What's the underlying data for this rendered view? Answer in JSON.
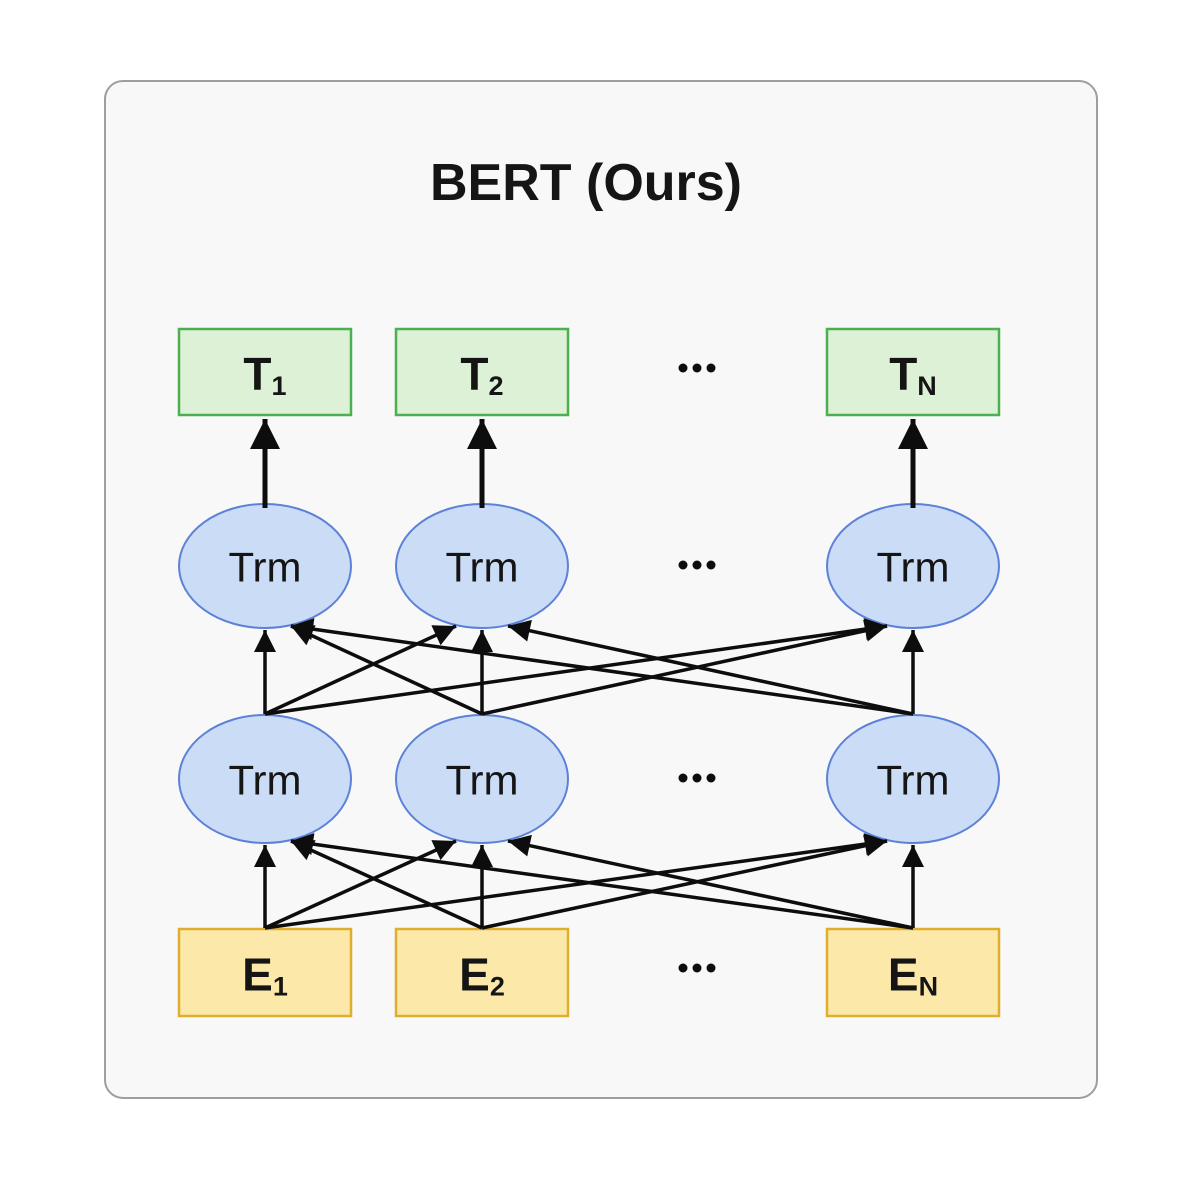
{
  "title": "BERT (Ours)",
  "ellipsis": "...",
  "colors": {
    "canvas_bg": "#ffffff",
    "panel_bg": "#f8f8f8",
    "panel_border": "#9e9e9e",
    "output_fill": "#ddf1d6",
    "output_border": "#4caf50",
    "trm_fill": "#cbdcf7",
    "trm_border": "#5c81d6",
    "embed_fill": "#fce9aa",
    "embed_border": "#dfae2e",
    "arrow": "#0d0d0d",
    "text": "#151515"
  },
  "nodes": {
    "outputs": [
      {
        "main": "T",
        "sub": "1"
      },
      {
        "main": "T",
        "sub": "2"
      },
      {
        "main": "T",
        "sub": "N"
      }
    ],
    "transformer_top": [
      {
        "label": "Trm"
      },
      {
        "label": "Trm"
      },
      {
        "label": "Trm"
      }
    ],
    "transformer_bottom": [
      {
        "label": "Trm"
      },
      {
        "label": "Trm"
      },
      {
        "label": "Trm"
      }
    ],
    "embeddings": [
      {
        "main": "E",
        "sub": "1"
      },
      {
        "main": "E",
        "sub": "2"
      },
      {
        "main": "E",
        "sub": "N"
      }
    ]
  },
  "connections": {
    "transformer_top_to_outputs": "one-to-one",
    "transformer_bottom_to_transformer_top": "fully-connected",
    "embeddings_to_transformer_bottom": "fully-connected"
  }
}
